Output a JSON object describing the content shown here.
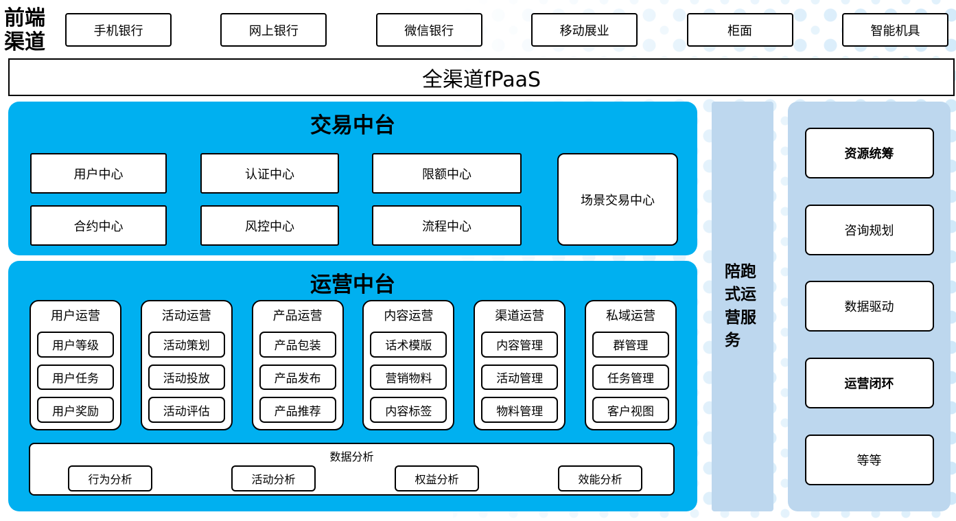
{
  "frontend": {
    "label": "前端渠道",
    "channels": [
      "手机银行",
      "网上银行",
      "微信银行",
      "移动展业",
      "柜面",
      "智能机具"
    ]
  },
  "fpaas_bar": "全渠道fPaaS",
  "transaction_platform": {
    "title": "交易中台",
    "row1": [
      "用户中心",
      "认证中心",
      "限额中心"
    ],
    "row2": [
      "合约中心",
      "风控中心",
      "流程中心"
    ],
    "tall_box": "场景交易中心"
  },
  "operation_platform": {
    "title": "运营中台",
    "groups": [
      {
        "title": "用户运营",
        "items": [
          "用户等级",
          "用户任务",
          "用户奖励"
        ]
      },
      {
        "title": "活动运营",
        "items": [
          "活动策划",
          "活动投放",
          "活动评估"
        ]
      },
      {
        "title": "产品运营",
        "items": [
          "产品包装",
          "产品发布",
          "产品推荐"
        ]
      },
      {
        "title": "内容运营",
        "items": [
          "话术模版",
          "营销物料",
          "内容标签"
        ]
      },
      {
        "title": "渠道运营",
        "items": [
          "内容管理",
          "活动管理",
          "物料管理"
        ]
      },
      {
        "title": "私域运营",
        "items": [
          "群管理",
          "任务管理",
          "客户视图"
        ]
      }
    ],
    "analysis": {
      "title": "数据分析",
      "items": [
        "行为分析",
        "活动分析",
        "权益分析",
        "效能分析"
      ]
    }
  },
  "side_bar": {
    "label": "陪跑式运营服务"
  },
  "right_panel": {
    "items": [
      {
        "label": "资源统筹"
      },
      {
        "label": "咨询规划"
      },
      {
        "label": "数据驱动"
      },
      {
        "label": "运营闭环"
      },
      {
        "label": "等等"
      }
    ]
  },
  "colors": {
    "accent_blue": "#00B0F0",
    "light_blue": "#BDD7EE",
    "dot_blue": "#CFE8F9"
  }
}
